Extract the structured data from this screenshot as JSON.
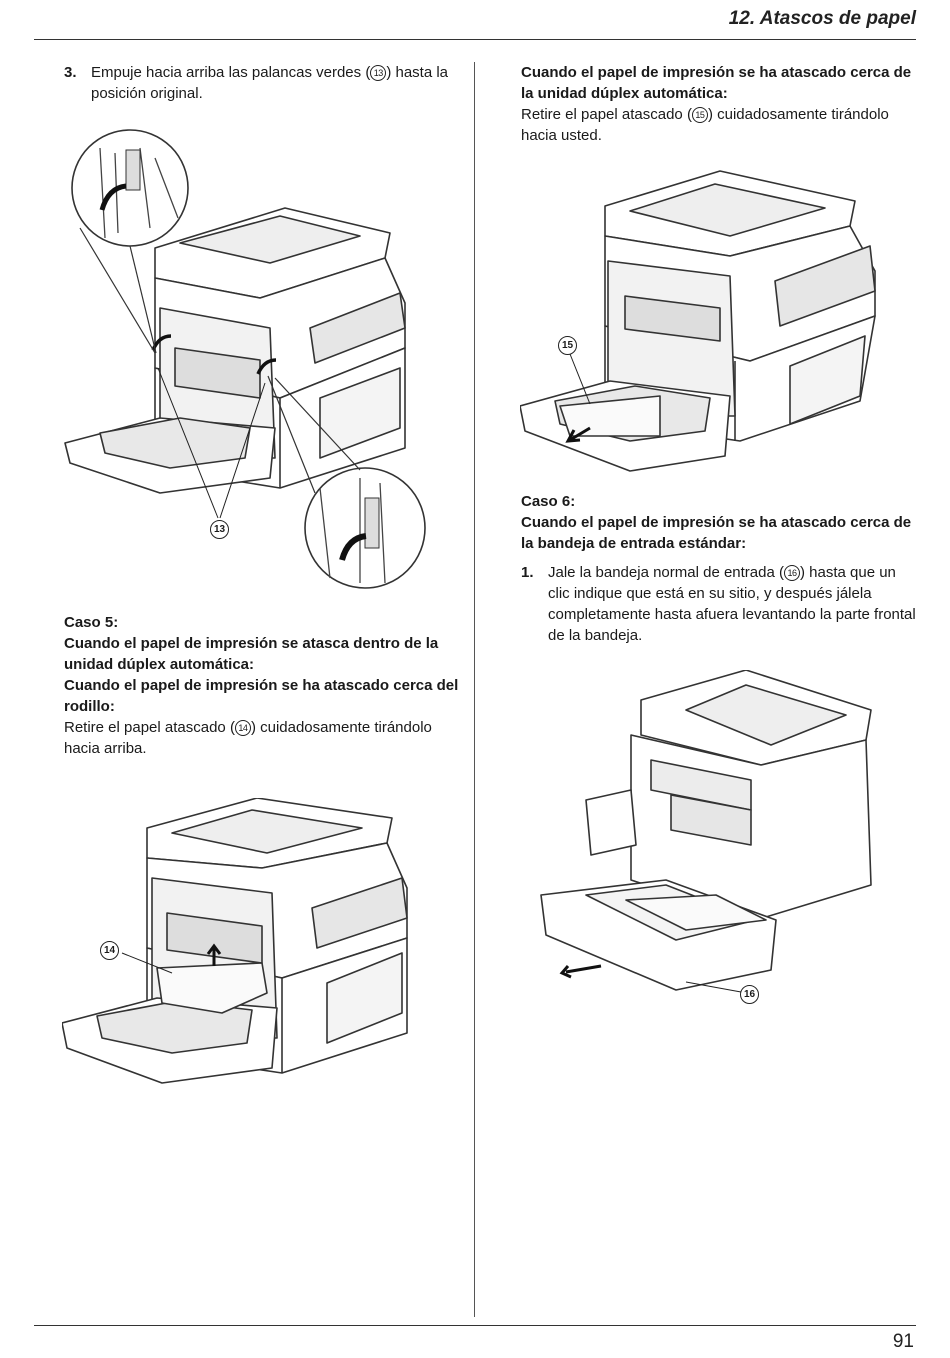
{
  "header": {
    "title": "12. Atascos de papel"
  },
  "footer": {
    "page_number": "91"
  },
  "left": {
    "step3": {
      "number": "3.",
      "text_before": "Empuje hacia arriba las palancas verdes (",
      "ref": "13",
      "text_after": ") hasta la posición original."
    },
    "fig1": {
      "callout": "13"
    },
    "caso5": {
      "title": "Caso 5:",
      "subtitle1": "Cuando el papel de impresión se atasca dentro de la unidad dúplex automática:",
      "subtitle2": "Cuando el papel de impresión se ha atascado cerca del rodillo:",
      "text_before": "Retire el papel atascado (",
      "ref": "14",
      "text_after": ") cuidadosamente tirándolo hacia arriba."
    },
    "fig2": {
      "callout": "14"
    }
  },
  "right": {
    "duplex": {
      "subtitle": "Cuando el papel de impresión se ha atascado cerca de la unidad dúplex automática:",
      "text_before": "Retire el papel atascado (",
      "ref": "15",
      "text_after": ") cuidadosamente tirándolo hacia usted."
    },
    "fig3": {
      "callout": "15"
    },
    "caso6": {
      "title": "Caso 6:",
      "subtitle": "Cuando el papel de impresión se ha atascado cerca de la bandeja de entrada estándar:",
      "step1": {
        "number": "1.",
        "text_before": "Jale la bandeja normal de entrada (",
        "ref": "16",
        "text_after": ") hasta que un clic indique que está en su sitio, y después jálela completamente hasta afuera levantando la parte frontal de la bandeja."
      }
    },
    "fig4": {
      "callout": "16"
    }
  }
}
